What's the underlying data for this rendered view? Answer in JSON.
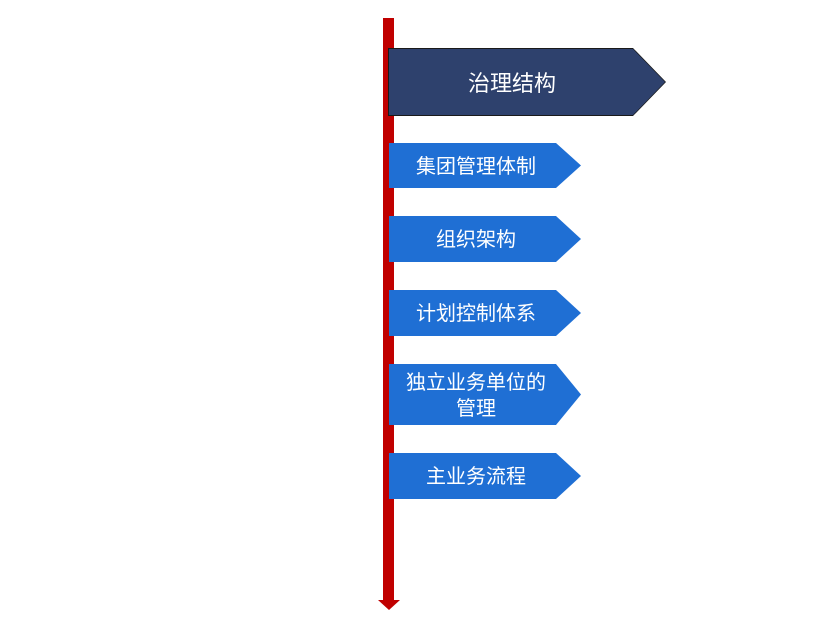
{
  "diagram": {
    "main_item": "治理结构",
    "sub_items": [
      "集团管理体制",
      "组织架构",
      "计划控制体系",
      "独立业务单位的管理",
      "主业务流程"
    ]
  },
  "colors": {
    "timeline": "#c00000",
    "main_tag": "#2e416d",
    "sub_tag": "#1f6fd4",
    "text": "#ffffff"
  }
}
